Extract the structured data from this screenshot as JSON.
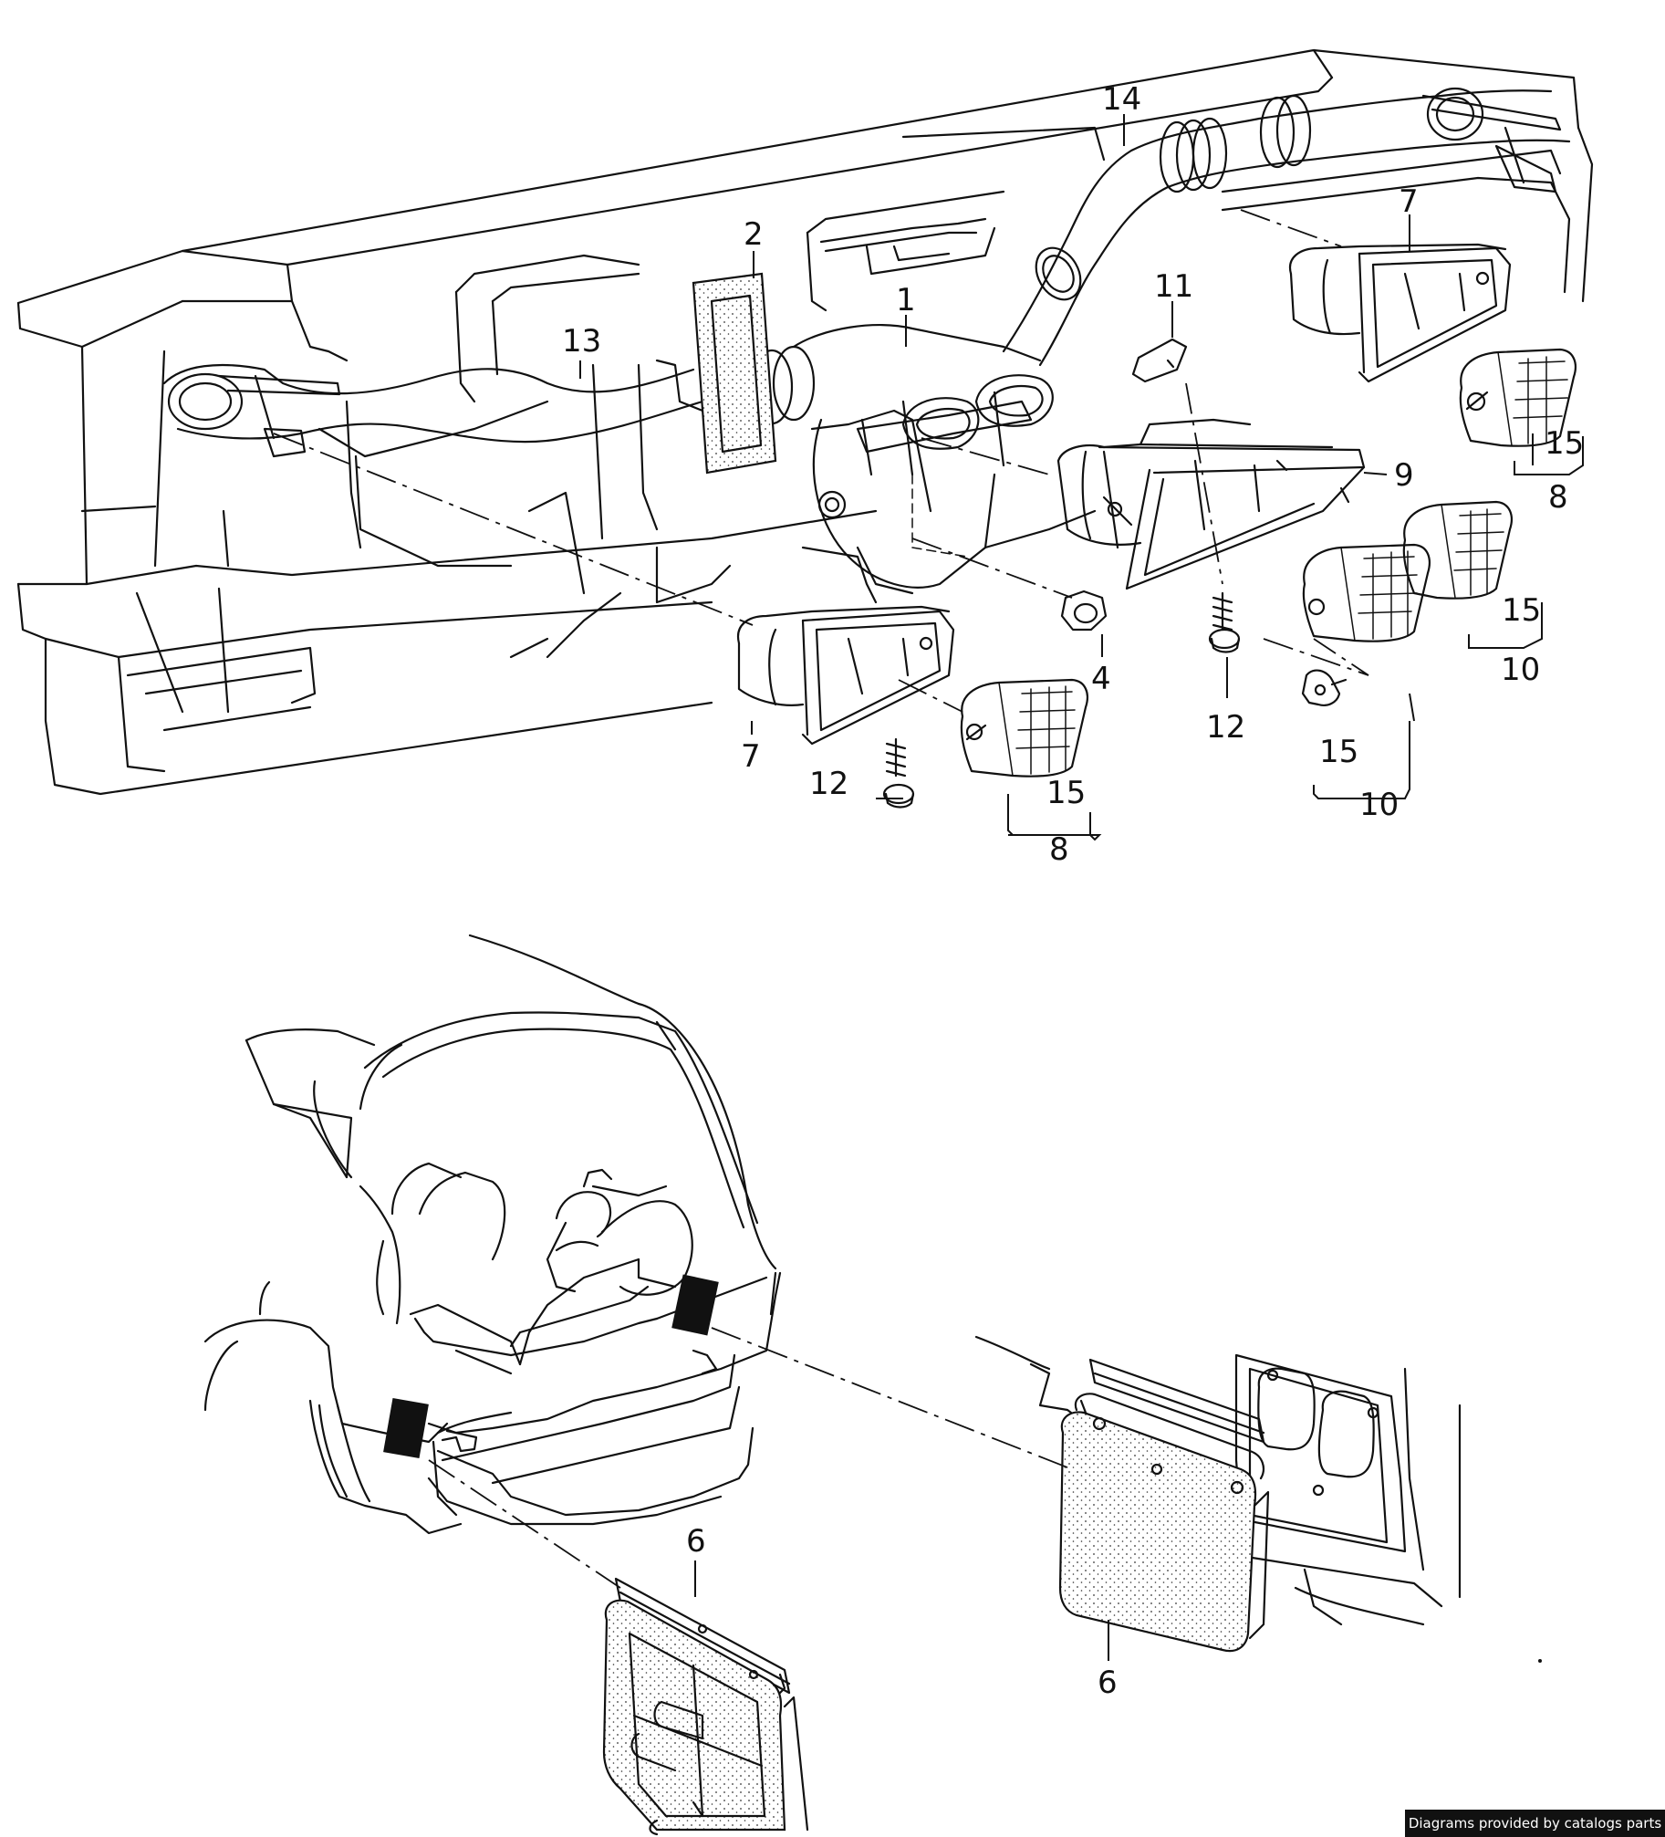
{
  "callouts": {
    "c1": "1",
    "c2": "2",
    "c4": "4",
    "c6a": "6",
    "c6b": "6",
    "c7a": "7",
    "c7b": "7",
    "c8a": "8",
    "c8b": "8",
    "c9": "9",
    "c10a": "10",
    "c10b": "10",
    "c11": "11",
    "c12a": "12",
    "c12b": "12",
    "c13": "13",
    "c14": "14",
    "c15a": "15",
    "c15b": "15",
    "c15c": "15",
    "c15d": "15"
  },
  "credit": "Diagrams provided by catalogs parts"
}
